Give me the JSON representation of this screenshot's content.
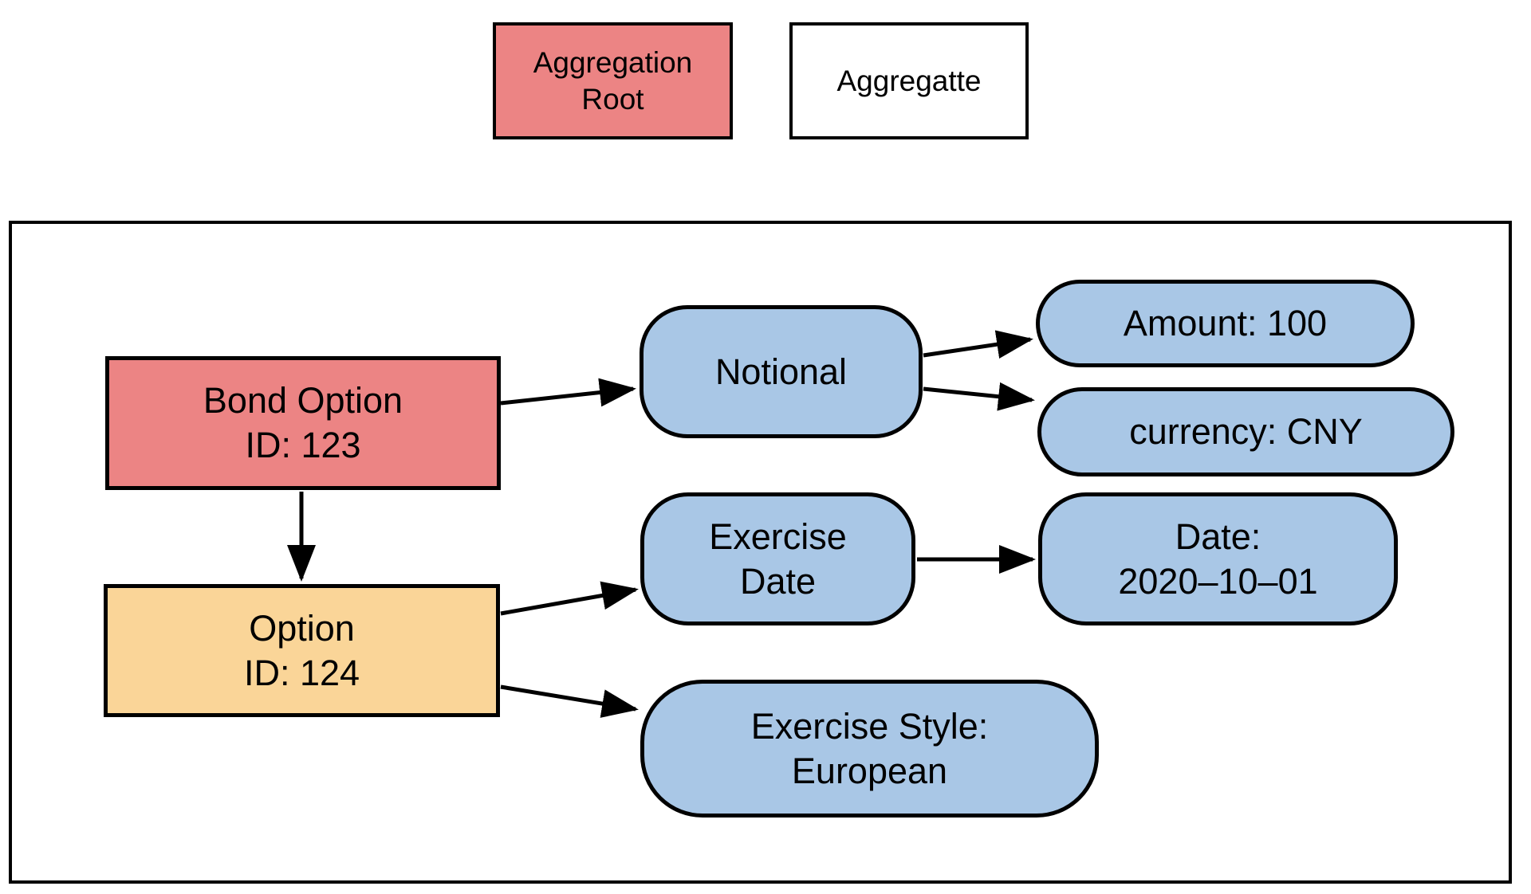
{
  "legend": {
    "aggregation_root": {
      "line1": "Aggregation",
      "line2": "Root"
    },
    "aggregate": {
      "line1": "Aggregatte"
    }
  },
  "aggregate_box": {
    "bond_option": {
      "line1": "Bond Option",
      "line2": "ID: 123"
    },
    "option": {
      "line1": "Option",
      "line2": "ID: 124"
    },
    "notional": {
      "line1": "Notional"
    },
    "amount": {
      "line1": "Amount: 100"
    },
    "currency": {
      "line1": "currency: CNY"
    },
    "exercise_date": {
      "line1": "Exercise",
      "line2": "Date"
    },
    "date": {
      "line1": "Date:",
      "line2": "2020–10–01"
    },
    "exercise_style": {
      "line1": "Exercise Style:",
      "line2": "European"
    }
  },
  "colors": {
    "root_fill": "#EC8484",
    "entity_fill": "#FAD598",
    "value_fill": "#A9C7E6",
    "aggregate_fill": "#FFFFFF",
    "border": "#000000",
    "background": "#FFFFFF"
  }
}
